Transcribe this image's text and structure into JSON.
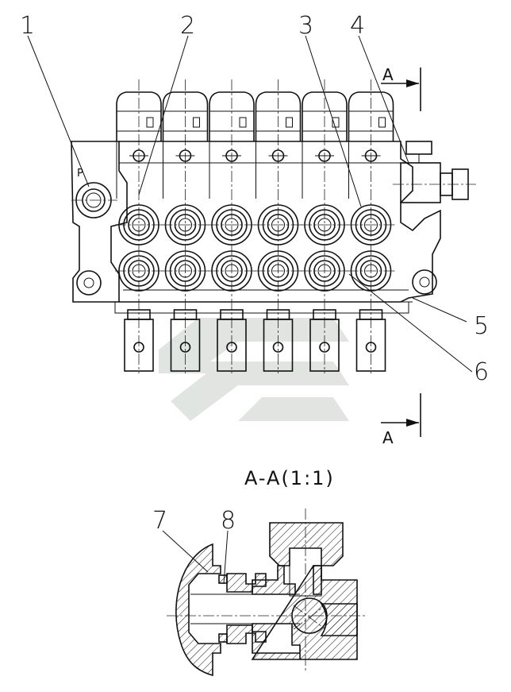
{
  "diagram": {
    "callouts": [
      "1",
      "2",
      "3",
      "4",
      "5",
      "6",
      "7",
      "8"
    ],
    "port_label": "P",
    "section_marker": "A",
    "section_title": "A-A(1:1)",
    "watermark_color": "#c9cfc9",
    "line_color": "#111111",
    "sections": 6
  }
}
